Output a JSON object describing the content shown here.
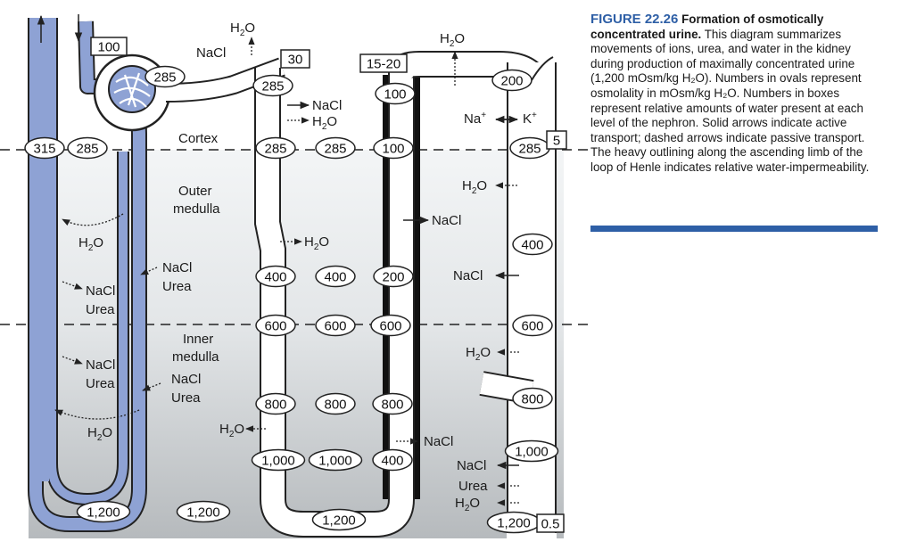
{
  "caption": {
    "figure_label": "FIGURE 22.26",
    "title": "Formation of osmotically concentrated urine.",
    "body": "This diagram summarizes movements of ions, urea, and water in the kidney during production of maximally concentrated urine (1,200 mOsm/kg H₂O). Numbers in ovals represent osmolality in mOsm/kg H₂O. Numbers in boxes represent relative amounts of water present at each level of the nephron. Solid arrows indicate active transport; dashed arrows indicate passive transport. The heavy outlining along the ascending limb of the loop of Henle indicates relative water-impermeability."
  },
  "regions": {
    "cortex": "Cortex",
    "outer_medulla_1": "Outer",
    "outer_medulla_2": "medulla",
    "inner_medulla_1": "Inner",
    "inner_medulla_2": "medulla"
  },
  "colors": {
    "vessel_blue": "#8ea2d4",
    "cortex_bg": "#ffffff",
    "medulla_light": "#eceff1",
    "medulla_dark": "#aeb2b6",
    "caption_accent": "#2e5fa6"
  },
  "ovals": {
    "glomerulus": "285",
    "pct_top": "285",
    "vr_left": "315",
    "vr_right": "285",
    "vr_bottom": "1,200",
    "int_bottom": "1,200",
    "pt_cortex": "285",
    "int_cortex": "285",
    "pt_400": "400",
    "int_400": "400",
    "pt_600": "600",
    "int_600": "600",
    "pt_800": "800",
    "int_800": "800",
    "pt_1000": "1,000",
    "int_1000": "1,000",
    "loop_bottom": "1,200",
    "asc_100_top": "100",
    "asc_100_cortex": "100",
    "asc_200": "200",
    "asc_400": "400",
    "asc_600": "600",
    "asc_800": "800",
    "dct": "200",
    "cd_285": "285",
    "cd_400": "400",
    "cd_600": "600",
    "cd_800": "800",
    "cd_1000": "1,000",
    "cd_1200": "1,200"
  },
  "boxes": {
    "afferent": "100",
    "proximal": "30",
    "loop_top": "15-20",
    "cd_cortex": "5",
    "cd_bottom": "0.5"
  },
  "labels": {
    "nacl": "NaCl",
    "urea": "Urea",
    "h2o_h": "H",
    "h2o_2": "2",
    "h2o_o": "O",
    "na": "Na",
    "k": "K",
    "plus": "+"
  }
}
